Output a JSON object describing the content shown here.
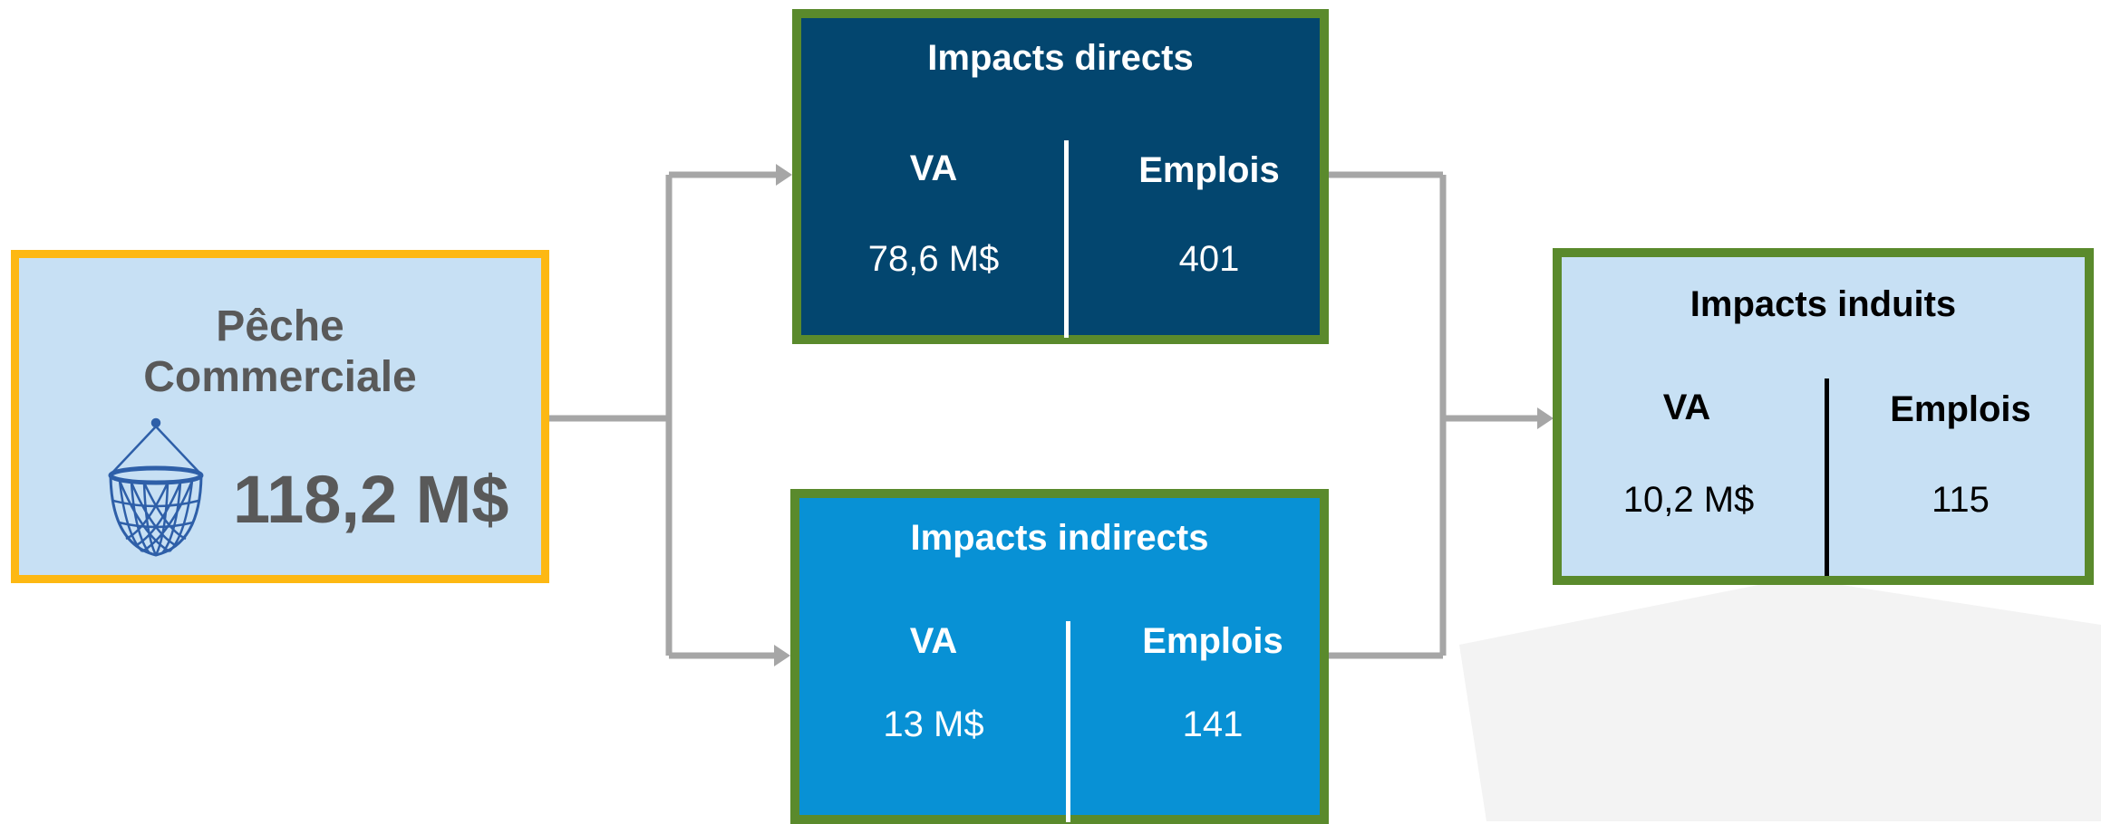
{
  "source": {
    "name_line1": "Pêche",
    "name_line2": "Commerciale",
    "value": "118,2 M$",
    "icon": "fishing-net-icon"
  },
  "direct": {
    "title": "Impacts directs",
    "va_label": "VA",
    "va_value": "78,6 M$",
    "jobs_label": "Emplois",
    "jobs_value": "401"
  },
  "indirect": {
    "title": "Impacts indirects",
    "va_label": "VA",
    "va_value": "13 M$",
    "jobs_label": "Emplois",
    "jobs_value": "141"
  },
  "induced": {
    "title": "Impacts induits",
    "va_label": "VA",
    "va_value": "10,2 M$",
    "jobs_label": "Emplois",
    "jobs_value": "115"
  },
  "colors": {
    "source_border": "#FDB813",
    "light_fill": "#C7E0F4",
    "green_border": "#5A8A2C",
    "dark_blue": "#03466F",
    "mid_blue": "#0891D5",
    "connector": "#A6A6A6",
    "label_grey": "#595959"
  }
}
